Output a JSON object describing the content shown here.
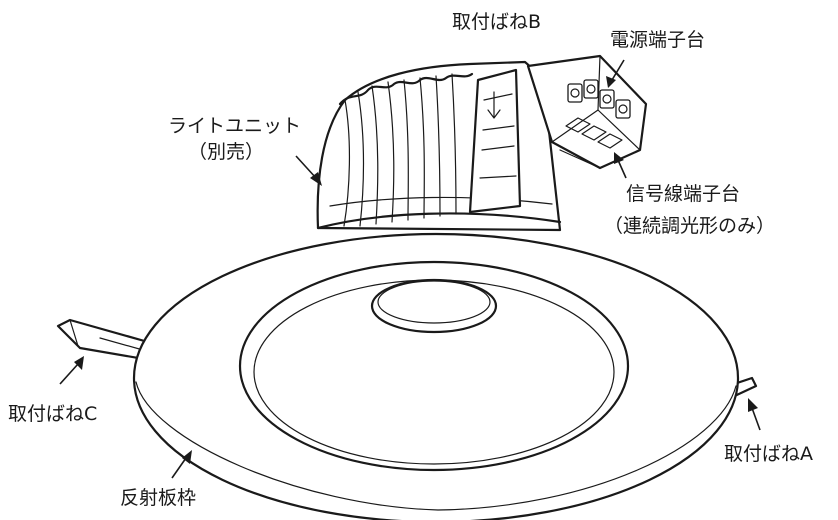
{
  "labels": {
    "spring_b": "取付ばねB",
    "power_terminal": "電源端子台",
    "light_unit": "ライトユニット",
    "light_unit_note": "（別売）",
    "signal_terminal": "信号線端子台",
    "signal_terminal_note": "（連続調光形のみ）",
    "spring_c": "取付ばねC",
    "spring_a": "取付ばねA",
    "reflector_frame": "反射板枠"
  }
}
